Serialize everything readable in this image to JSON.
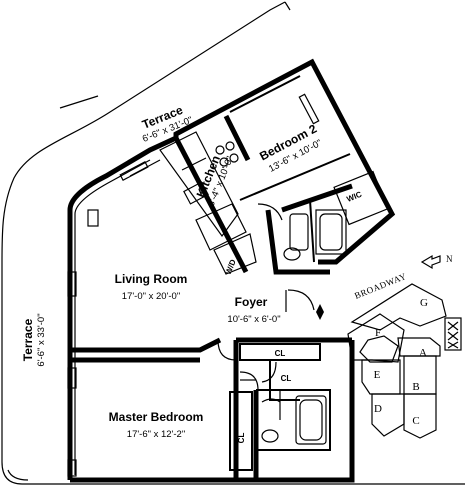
{
  "rooms": {
    "terrace_top": {
      "name": "Terrace",
      "dims": "6'-6\" x 31'-0\""
    },
    "terrace_left": {
      "name": "Terrace",
      "dims": "6'-6\" x 33'-0\""
    },
    "bedroom2": {
      "name": "Bedroom 2",
      "dims": "13'-6\" x 10'-0\""
    },
    "kitchen": {
      "name": "Kitchen",
      "dims": "8'-4\" x 10'-0\""
    },
    "living": {
      "name": "Living Room",
      "dims": "17'-0\" x 20'-0\""
    },
    "foyer": {
      "name": "Foyer",
      "dims": "10'-6\" x 6'-0\""
    },
    "master": {
      "name": "Master Bedroom",
      "dims": "17'-6\" x 12'-2\""
    }
  },
  "fixtures": {
    "wic": "WIC",
    "cl_foyer": "CL",
    "cl_hall": "CL",
    "cl_master": "CL",
    "wd": "W/D"
  },
  "keyplan": {
    "street": "BROADWAY",
    "north": "N",
    "units": [
      "G",
      "F",
      "A",
      "E",
      "B",
      "D",
      "C"
    ]
  }
}
